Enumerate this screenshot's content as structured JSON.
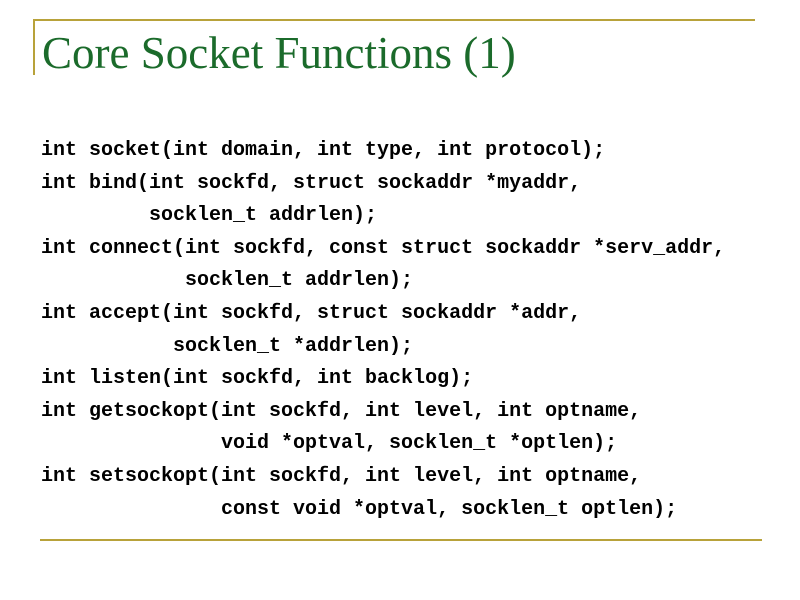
{
  "slide": {
    "title": "Core Socket Functions (1)",
    "accent_color": "#b8a23a",
    "title_color": "#1b6b2b",
    "code_lines": [
      "int socket(int domain, int type, int protocol);",
      "int bind(int sockfd, struct sockaddr *myaddr,",
      "         socklen_t addrlen);",
      "int connect(int sockfd, const struct sockaddr *serv_addr,",
      "            socklen_t addrlen);",
      "int accept(int sockfd, struct sockaddr *addr,",
      "           socklen_t *addrlen);",
      "int listen(int sockfd, int backlog);",
      "int getsockopt(int sockfd, int level, int optname,",
      "               void *optval, socklen_t *optlen);",
      "int setsockopt(int sockfd, int level, int optname,",
      "               const void *optval, socklen_t optlen);"
    ]
  }
}
